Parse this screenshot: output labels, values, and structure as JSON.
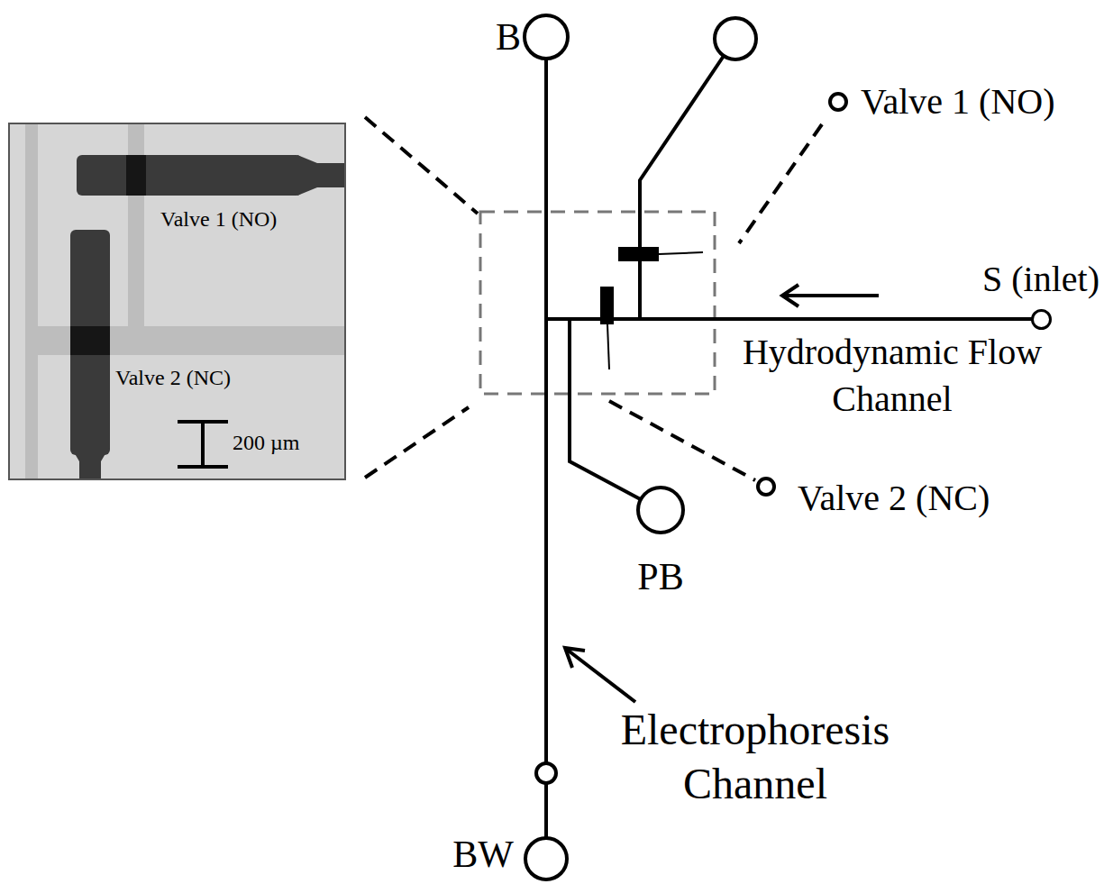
{
  "diagram": {
    "nodes": [
      {
        "text": [
          "B"
        ]
      },
      {
        "text": [
          "Valve 1 (NO)"
        ]
      },
      {
        "text": [
          "S (inlet)"
        ]
      },
      {
        "text": [
          "Valve 2 (NC)"
        ]
      },
      {
        "text": [
          "PB"
        ]
      },
      {
        "text": [
          "BW"
        ]
      }
    ],
    "edges": [
      {
        "from": 0,
        "to": 5,
        "arrow": "none"
      },
      {
        "from": 2,
        "to": 4,
        "arrow": "none"
      }
    ],
    "labels": [
      "Hydrodynamic Flow Channel",
      "Electrophoresis Channel",
      "Valve 1 (NO)",
      "Valve 2 (NC)",
      "200 µm"
    ]
  }
}
